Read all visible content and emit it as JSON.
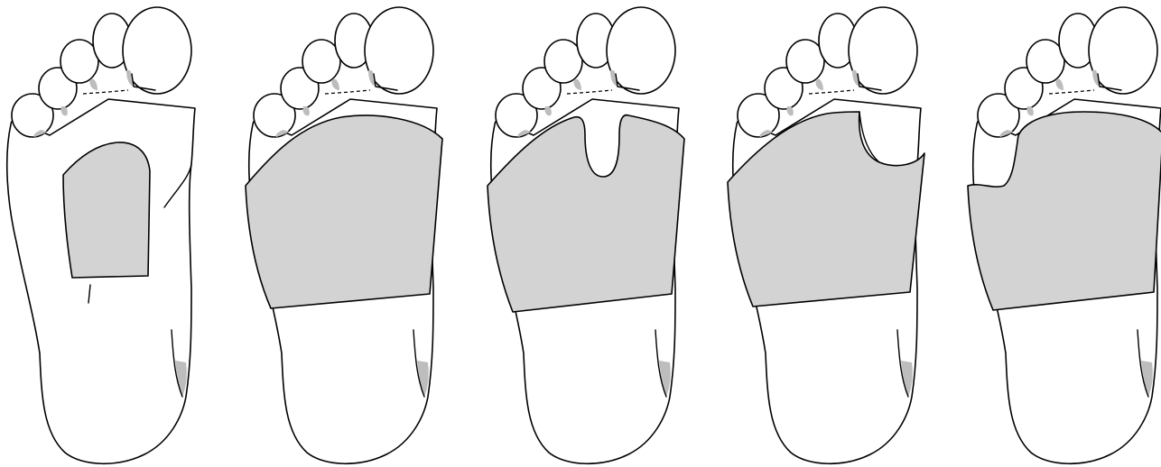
{
  "figure": {
    "panel_count": 5,
    "colors": {
      "background": "#ffffff",
      "outline": "#000000",
      "foot_fill": "#ffffff",
      "pad_fill": "#d3d3d3",
      "shadow_fill": "#bdbdbd"
    },
    "panels": [
      {
        "pad_shape": "small-central-rectangle",
        "view": "plantar"
      },
      {
        "pad_shape": "full-forefoot",
        "view": "plantar"
      },
      {
        "pad_shape": "forefoot-with-second-toe-slot",
        "view": "plantar"
      },
      {
        "pad_shape": "forefoot-with-big-toe-cutout",
        "view": "plantar"
      },
      {
        "pad_shape": "full-forefoot-extended",
        "view": "plantar"
      }
    ]
  }
}
